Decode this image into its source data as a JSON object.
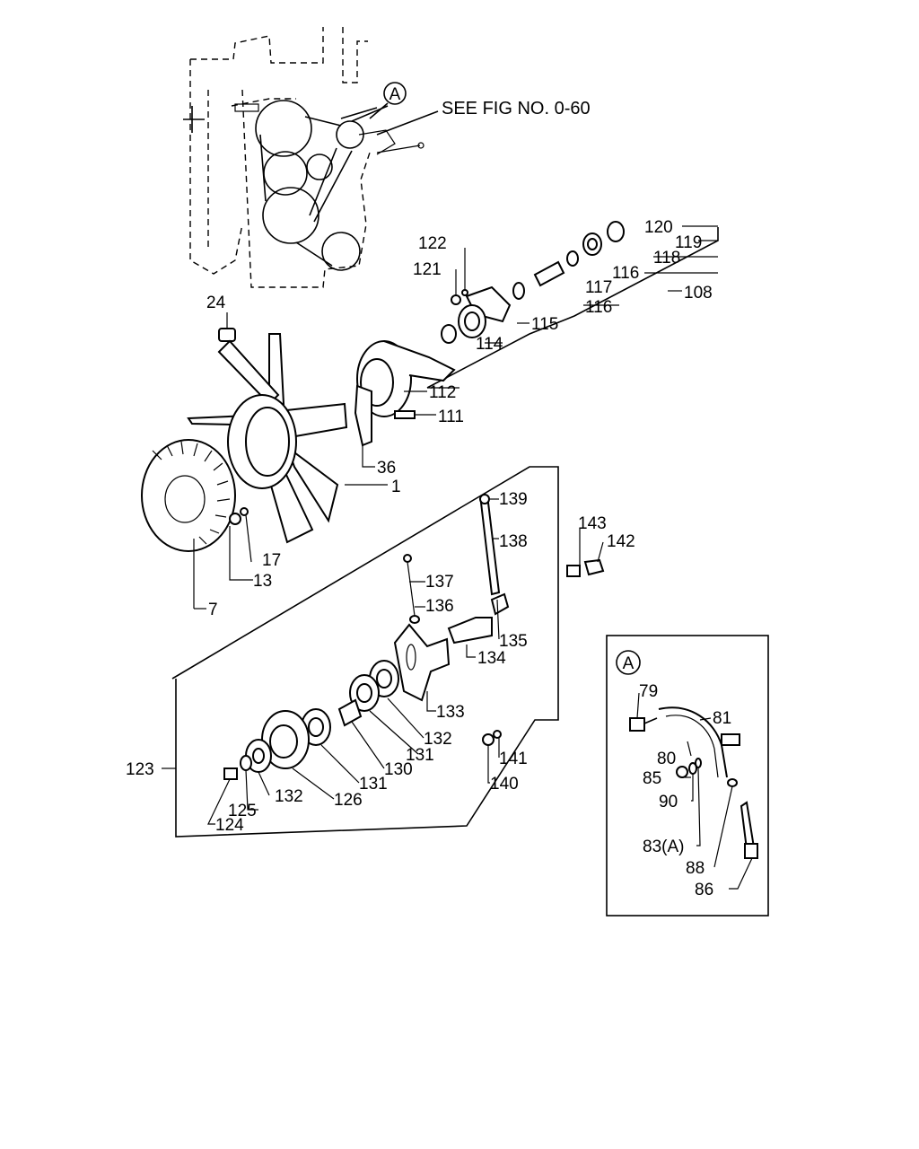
{
  "reference": {
    "callout": "A",
    "text": "SEE FIG NO. 0-60"
  },
  "inset": {
    "badge": "A"
  },
  "labels": {
    "l1": "1",
    "l7": "7",
    "l13": "13",
    "l17": "17",
    "l24": "24",
    "l36": "36",
    "l79": "79",
    "l80": "80",
    "l81": "81",
    "l83": "83(A)",
    "l85": "85",
    "l86": "86",
    "l88": "88",
    "l90": "90",
    "l108": "108",
    "l111": "111",
    "l112": "112",
    "l114": "114",
    "l115": "115",
    "l116a": "116",
    "l116b": "116",
    "l117": "117",
    "l118": "118",
    "l119": "119",
    "l120": "120",
    "l121": "121",
    "l122": "122",
    "l123": "123",
    "l124": "124",
    "l125": "125",
    "l126": "126",
    "l130": "130",
    "l131a": "131",
    "l131b": "131",
    "l132a": "132",
    "l132b": "132",
    "l133": "133",
    "l134": "134",
    "l135": "135",
    "l136": "136",
    "l137": "137",
    "l138": "138",
    "l139": "139",
    "l140": "140",
    "l141": "141",
    "l142": "142",
    "l143": "143"
  }
}
